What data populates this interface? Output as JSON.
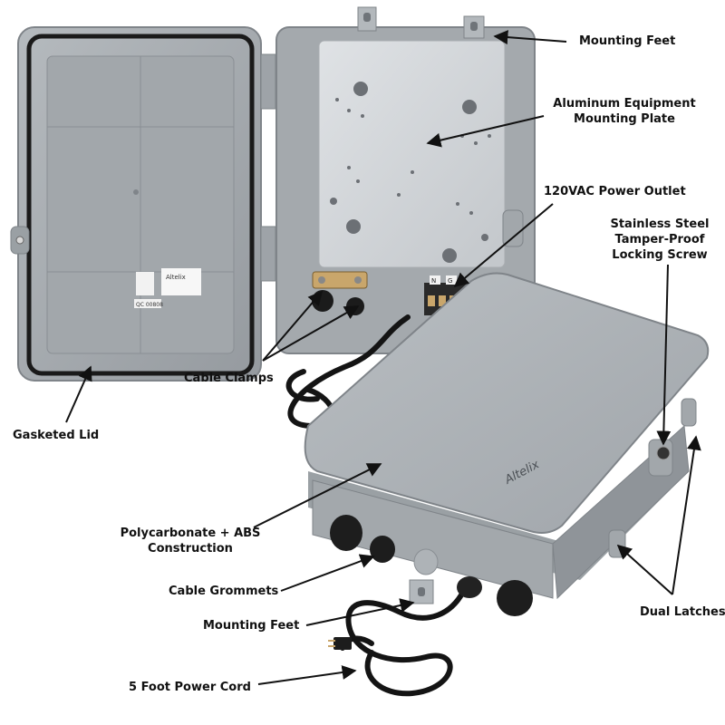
{
  "brand": "Altelix",
  "lid_tags": [
    "Altelix",
    "QC 00808"
  ],
  "terminal_tags": [
    "N",
    "G"
  ],
  "callouts": {
    "mounting_feet_top": "Mounting Feet",
    "mounting_plate_line1": "Aluminum Equipment",
    "mounting_plate_line2": "Mounting Plate",
    "power_outlet": "120VAC Power Outlet",
    "locking_screw_line1": "Stainless Steel",
    "locking_screw_line2": "Tamper-Proof",
    "locking_screw_line3": "Locking Screw",
    "cable_clamps": "Cable Clamps",
    "gasketed_lid": "Gasketed Lid",
    "construction_line1": "Polycarbonate + ABS",
    "construction_line2": "Construction",
    "cable_grommets": "Cable Grommets",
    "mounting_feet_bottom": "Mounting Feet",
    "dual_latches": "Dual Latches",
    "power_cord": "5 Foot Power Cord"
  },
  "colors": {
    "enclosure_gray": "#a7acb0",
    "enclosure_dark": "#8e9398",
    "plate_silver": "#d4d7da",
    "gasket_black": "#1a1a1a",
    "cord_black": "#141414",
    "text": "#111111"
  }
}
